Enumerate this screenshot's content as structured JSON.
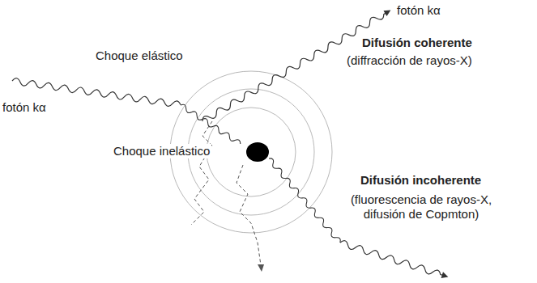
{
  "diagram": {
    "labels": [
      "fotón kα",
      "Choque elástico",
      "Difusión coherente",
      "(diffracción de rayos-X)",
      "fotón kα",
      "Choque inelástico",
      "Difusión incoherente",
      "(fluorescencia de rayos-X, difusión de Copmton)"
    ]
  }
}
